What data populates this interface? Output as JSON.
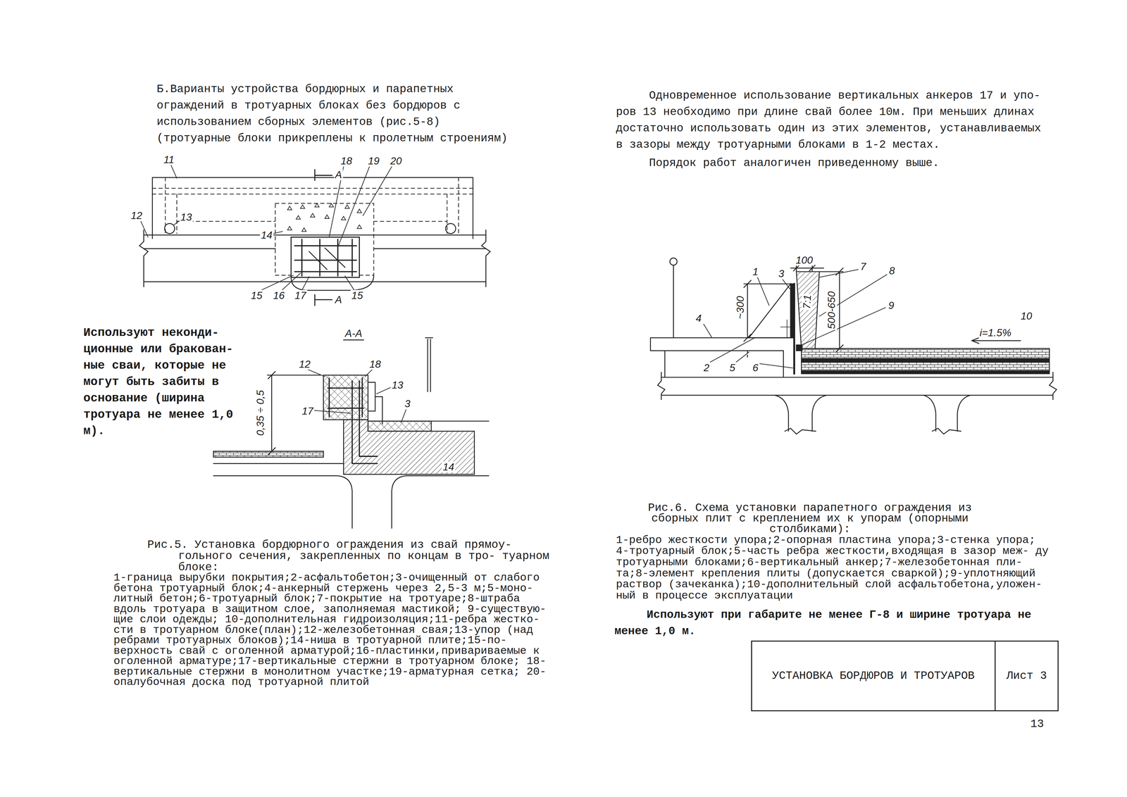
{
  "diagram": {
    "title": "Б.Варианты устройства бордюрных и парапетных ограждений в тротуарных блоках без бордюров с использованием сборных элементов (рис.5-8) (тротуарные блоки прикреплены к пролетным строениям)",
    "nodes": [
      {
        "text": [
          "УСТАНОВКА БОРДЮРОВ И ТРОТУАРОВ"
        ]
      },
      {
        "text": [
          "Лист 3"
        ]
      }
    ],
    "labels": [
      "11",
      "А",
      "18",
      "19",
      "20",
      "12",
      "13",
      "14",
      "15",
      "16",
      "17",
      "15",
      "А",
      "Одновременное использование вертикальных анкеров 17 и упо- ров 13 необходимо при длине свай более 10м. При меньших длинах достаточно использовать один из этих элементов, устанавливаемых в зазоры между тротуарными блоками в 1-2 местах.",
      "Порядок работ аналогичен приведенному выше.",
      "1",
      "3",
      "100",
      "7",
      "8",
      "9",
      "~300",
      "7:1",
      "500-650",
      "4",
      "10",
      "i=1.5%",
      "2",
      "5",
      "6",
      "Используют неконди- ционные или бракован- ные сваи, которые не могут быть забиты в основание (ширина тротуара не менее 1,0 м).",
      "А-А",
      "12",
      "18",
      "13",
      "17",
      "3",
      "0,35 ÷ 0,5",
      "14",
      "Рис.5. Установка бордюрного ограждения из свай прямоу- гольного сечения, закрепленных по концам в тро- туарном блоке:",
      "1-граница вырубки покрытия;2-асфальтобетон;3-очищенный от слабого бетона тротуарный блок;4-анкерный стержень через 2,5-3 м;5-моно- литный бетон;6-тротуарный блок;7-покрытие на тротуаре;8-штраба вдоль тротуара в защитном слое, заполняемая мастикой; 9-существую- щие слои одежды; 10-дополнительная гидроизоляция;11-ребра жестко- сти в тротуарном блоке(план);12-железобетонная свая;13-упор (над ребрами тротуарных блоков);14-ниша в тротуарной плите;15-по- верхность свай с оголенной арматурой;16-пластинки,привариваемые к оголенной арматуре;17-вертикальные стержни в тротуарном блоке; 18-вертикальные стержни в монолитном участке;19-арматурная сетка; 20-опалубочная доска под тротуарной плитой",
      "Рис.6. Схема установки парапетного ограждения из сборных плит с креплением их к упорам (опорными столбиками):",
      "1-ребро жесткости упора;2-опорная пластина упора;3-стенка упора; 4-тротуарный блок;5-часть ребра жесткости,входящая в зазор меж- ду тротуарными блоками;6-вертикальный анкер;7-железобетонная пли- та;8-элемент крепления плиты (допускается сваркой);9-уплотняющий раствор (зачеканка);10-дополнительный слой асфальтобетона,уложен- ный в процессе эксплуатации",
      "Используют при габарите не менее Г-8 и ширине тротуара не менее 1,0 м.",
      "13"
    ]
  }
}
